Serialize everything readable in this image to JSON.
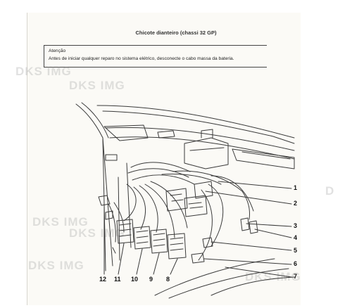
{
  "header": {
    "title": "Chicote dianteiro (chassi 32 GP)"
  },
  "notice": {
    "heading": "Atenção",
    "text": "Antes de iniciar qualquer reparo no sistema elétrico, desconecte o cabo massa da bateria."
  },
  "watermarks": [
    "DKS IMG",
    "DKS IMG",
    "DKS IMG",
    "DKS IMG",
    "DKS IMG",
    "DKS IMG",
    "D"
  ],
  "callouts": {
    "c1": "1",
    "c2": "2",
    "c3": "3",
    "c4": "4",
    "c5": "5",
    "c6": "6",
    "c7": "7",
    "c8": "8",
    "c9": "9",
    "c10": "10",
    "c11": "11",
    "c12": "12"
  },
  "colors": {
    "ink": "#222222",
    "paper": "#fbfaf6"
  }
}
